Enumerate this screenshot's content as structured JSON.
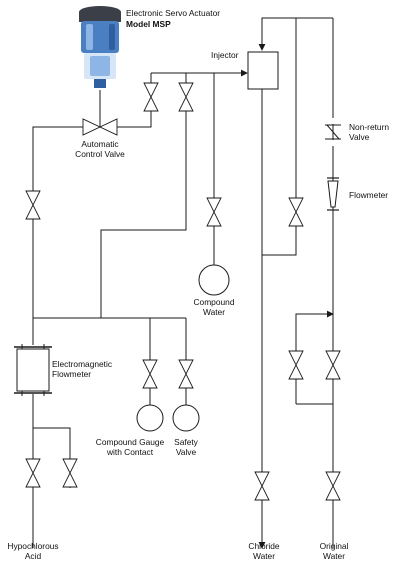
{
  "labels": {
    "actuator_line1": "Electronic Servo Actuator",
    "actuator_line2": "Model MSP",
    "injector": "Injector",
    "auto_valve_line1": "Automatic",
    "auto_valve_line2": "Control Valve",
    "non_return_line1": "Non-return",
    "non_return_line2": "Valve",
    "flowmeter": "Flowmeter",
    "compound_water_line1": "Compound",
    "compound_water_line2": "Water",
    "em_flowmeter_line1": "Electromagnetic",
    "em_flowmeter_line2": "Flowmeter",
    "compound_gauge_line1": "Compound Gauge",
    "compound_gauge_line2": "with Contact",
    "safety_valve_line1": "Safety",
    "safety_valve_line2": "Valve",
    "hypo_line1": "Hypochlorous",
    "hypo_line2": "Acid",
    "chloride_line1": "Chloride",
    "chloride_line2": "Water",
    "original_line1": "Original",
    "original_line2": "Water"
  },
  "colors": {
    "actuator_body": "#4a7fc1",
    "actuator_dark": "#2f5f9e",
    "actuator_light": "#8db6e6",
    "actuator_base": "#d7e6f6",
    "actuator_top": "#3a3f48"
  }
}
